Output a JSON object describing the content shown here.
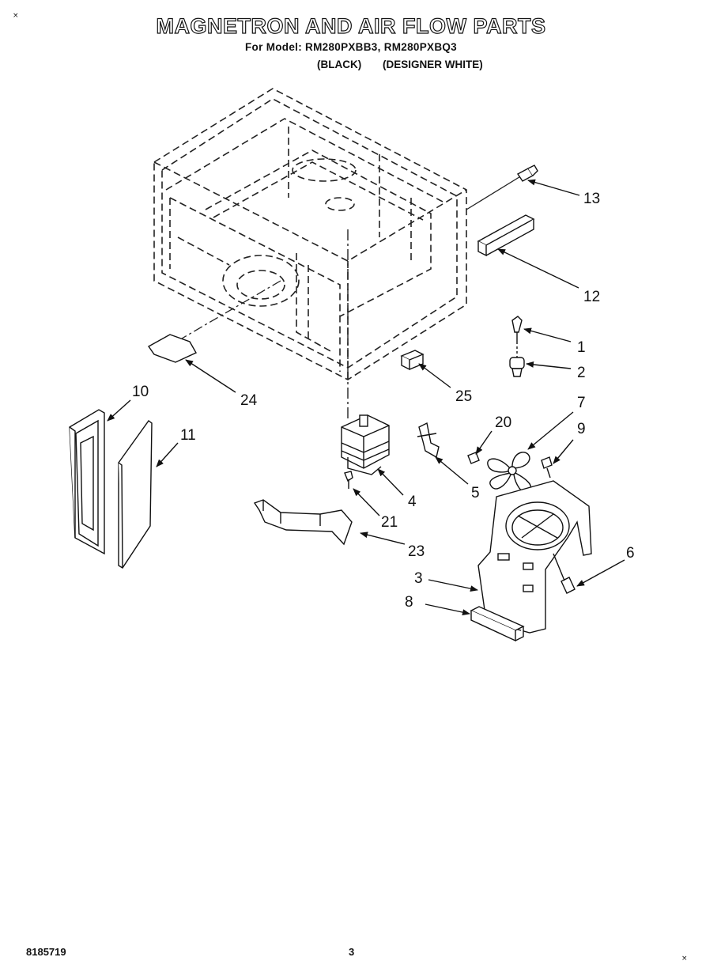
{
  "header": {
    "title": "MAGNETRON AND AIR FLOW PARTS",
    "model_line": "For Model: RM280PXBB3, RM280PXBQ3",
    "variant_black": "(BLACK)",
    "variant_white": "(DESIGNER WHITE)"
  },
  "corner_marks": {
    "top_left": "×",
    "bottom_right": "×"
  },
  "callouts": {
    "c1": "1",
    "c2": "2",
    "c3": "3",
    "c4": "4",
    "c5": "5",
    "c6": "6",
    "c7": "7",
    "c8": "8",
    "c9": "9",
    "c10": "10",
    "c11": "11",
    "c12": "12",
    "c13": "13",
    "c20": "20",
    "c21": "21",
    "c23": "23",
    "c24": "24",
    "c25": "25"
  },
  "footer": {
    "doc_number": "8185719",
    "page_number": "3"
  }
}
